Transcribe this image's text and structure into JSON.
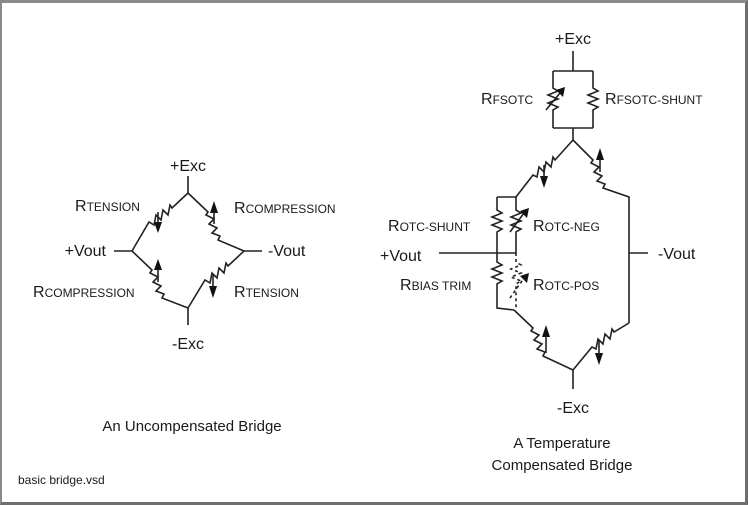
{
  "left_bridge": {
    "title": "An Uncompensated Bridge",
    "top_node": "+Exc",
    "bottom_node": "-Exc",
    "left_node": "+Vout",
    "right_node": "-Vout",
    "resistors": [
      {
        "main": "R",
        "sub": "TENSION",
        "position": "upper-left"
      },
      {
        "main": "R",
        "sub": "COMPRESSION",
        "position": "upper-right"
      },
      {
        "main": "R",
        "sub": "COMPRESSION",
        "position": "lower-left"
      },
      {
        "main": "R",
        "sub": "TENSION",
        "position": "lower-right"
      }
    ]
  },
  "right_bridge": {
    "title_line1": "A Temperature",
    "title_line2": "Compensated Bridge",
    "top_node": "+Exc",
    "bottom_node": "-Exc",
    "left_node": "+Vout",
    "right_node": "-Vout",
    "resistors": [
      {
        "main": "R",
        "sub": "FSOTC"
      },
      {
        "main": "R",
        "sub": "FSOTC-SHUNT"
      },
      {
        "main": "R",
        "sub": "OTC-SHUNT"
      },
      {
        "main": "R",
        "sub": "OTC-NEG"
      },
      {
        "main": "R",
        "sub": "BIAS TRIM"
      },
      {
        "main": "R",
        "sub": "OTC-POS"
      }
    ]
  },
  "footer": {
    "filename": "basic bridge.vsd"
  }
}
